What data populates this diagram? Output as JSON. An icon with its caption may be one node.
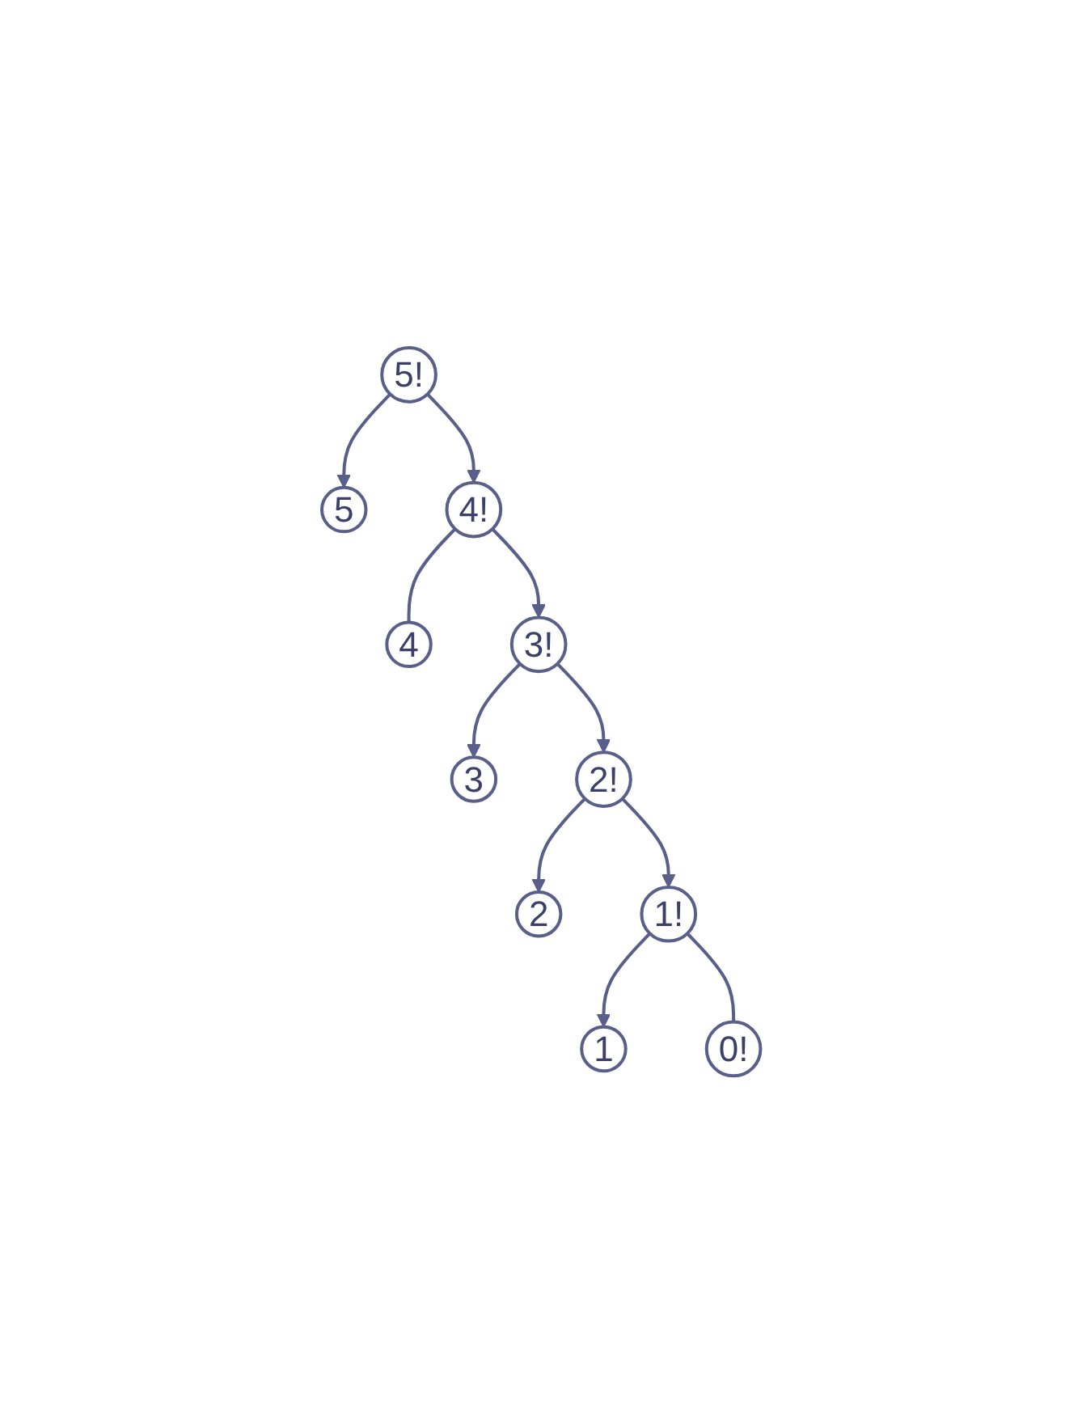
{
  "diagram": {
    "nodes": [
      {
        "text": [
          "5!"
        ]
      },
      {
        "text": [
          "5"
        ]
      },
      {
        "text": [
          "4!"
        ]
      },
      {
        "text": [
          "4"
        ]
      },
      {
        "text": [
          "3!"
        ]
      },
      {
        "text": [
          "3"
        ]
      },
      {
        "text": [
          "2!"
        ]
      },
      {
        "text": [
          "2"
        ]
      },
      {
        "text": [
          "1!"
        ]
      },
      {
        "text": [
          "1"
        ]
      },
      {
        "text": [
          "0!"
        ]
      }
    ],
    "edges": [
      {
        "from": 0,
        "to": 1,
        "arrow": "to"
      },
      {
        "from": 0,
        "to": 2,
        "arrow": "to"
      },
      {
        "from": 2,
        "to": 3,
        "arrow": "none"
      },
      {
        "from": 2,
        "to": 4,
        "arrow": "to"
      },
      {
        "from": 4,
        "to": 5,
        "arrow": "to"
      },
      {
        "from": 4,
        "to": 6,
        "arrow": "to"
      },
      {
        "from": 6,
        "to": 7,
        "arrow": "to"
      },
      {
        "from": 6,
        "to": 8,
        "arrow": "to"
      },
      {
        "from": 8,
        "to": 9,
        "arrow": "to"
      },
      {
        "from": 8,
        "to": 10,
        "arrow": "none"
      }
    ]
  }
}
